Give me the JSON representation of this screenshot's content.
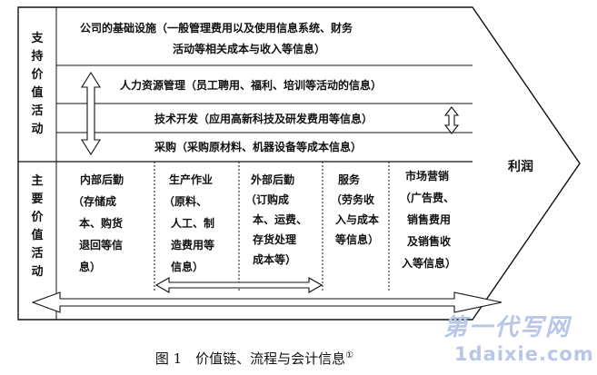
{
  "support": {
    "label": "支持价值活动",
    "infrastructure": [
      "公司的基础设施（一般管理费用以及使用信息系统、财务",
      "活动等相关成本与收入等信息）"
    ],
    "hr": "人力资源管理（员工聘用、福利、培训等活动的信息）",
    "tech": "技术开发（应用高新科技及研发费用等信息）",
    "procurement": "采购（采购原材料、机器设备等成本信息）"
  },
  "primary": {
    "label": "主要价值活动",
    "inbound": [
      "内部后勤",
      "（存储成",
      "本、购货",
      "退回等信",
      "息）"
    ],
    "operations": [
      "生产作业",
      "（原料、",
      "人工、制",
      "造费用等",
      "信息）"
    ],
    "outbound": [
      "外部后勤",
      "（订购成",
      "本、运费、",
      "存货处理",
      "成本等）"
    ],
    "service": [
      "服务",
      "（劳务收",
      "入与成本",
      "等信息）"
    ],
    "marketing": [
      "市场营销",
      "（广告费、",
      "销售费用",
      "及销售收",
      "入等信息）"
    ]
  },
  "margin": "利润",
  "caption": {
    "text": "图 1　价值链、流程与会计信息",
    "note": "①"
  },
  "watermark": {
    "line1": "第一代写网",
    "line2": "1daixie.com"
  }
}
